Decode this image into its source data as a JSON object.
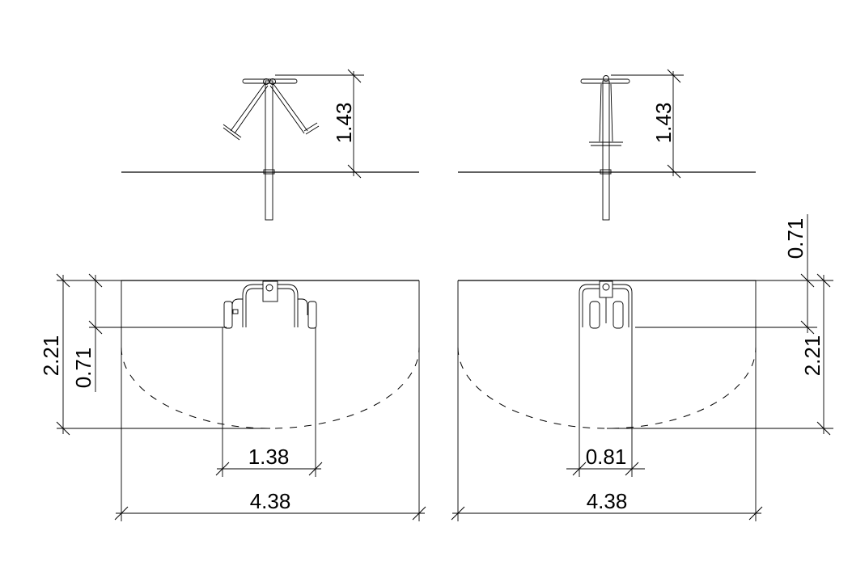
{
  "views": {
    "elevation_front": {
      "height_label": "1.43"
    },
    "elevation_side": {
      "height_label": "1.43"
    },
    "plan_front": {
      "depth_label": "2.21",
      "offset_label": "0.71",
      "equipment_width_label": "1.38",
      "total_width_label": "4.38"
    },
    "plan_side": {
      "depth_label": "2.21",
      "offset_label": "0.71",
      "equipment_width_label": "0.81",
      "total_width_label": "4.38"
    }
  }
}
